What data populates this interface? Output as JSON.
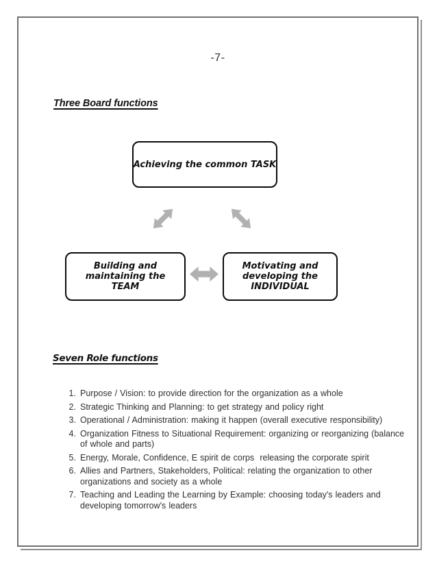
{
  "page": {
    "number": "-7-"
  },
  "board_section": {
    "heading": "Three Board functions",
    "diagram": {
      "task_box": "Achieving the common TASK",
      "team_box": "Building and maintaining the TEAM",
      "individual_box": "Motivating and developing the INDIVIDUAL",
      "arrow_color": "#b1b1b1"
    }
  },
  "roles_section": {
    "heading": "Seven Role functions",
    "items": [
      "Purpose / Vision: to provide direction for the organization as a whole",
      "Strategic Thinking and Planning: to get strategy and policy right",
      "Operational / Administration: making it happen (overall executive responsibility)",
      "Organization Fitness to Situational Requirement: organizing or reorganizing (balance of whole and parts)",
      "Energy, Morale, Confidence, E spirit de corps  releasing the corporate spirit",
      "Allies and Partners, Stakeholders, Political: relating the organization to other organizations and society as a whole",
      "Teaching and Leading the Learning by Example: choosing today's leaders and developing tomorrow's leaders"
    ]
  }
}
